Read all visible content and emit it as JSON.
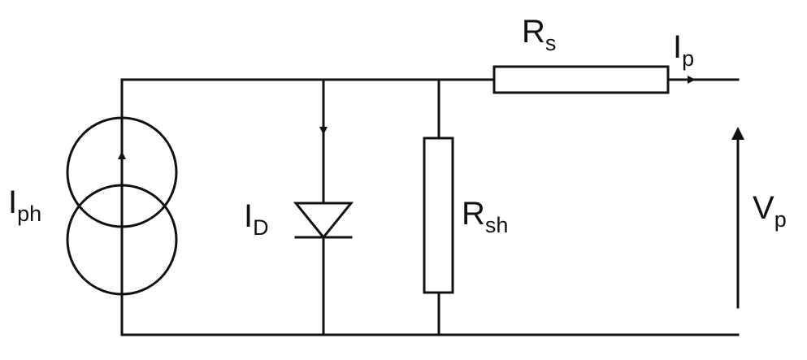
{
  "diagram": {
    "labels": {
      "iph": {
        "main": "I",
        "sub": "ph"
      },
      "id": {
        "main": "I",
        "sub": "D"
      },
      "rsh": {
        "main": "R",
        "sub": "sh"
      },
      "rs": {
        "main": "R",
        "sub": "s"
      },
      "ip": {
        "main": "I",
        "sub": "p"
      },
      "vp": {
        "main": "V",
        "sub": "p"
      }
    }
  }
}
